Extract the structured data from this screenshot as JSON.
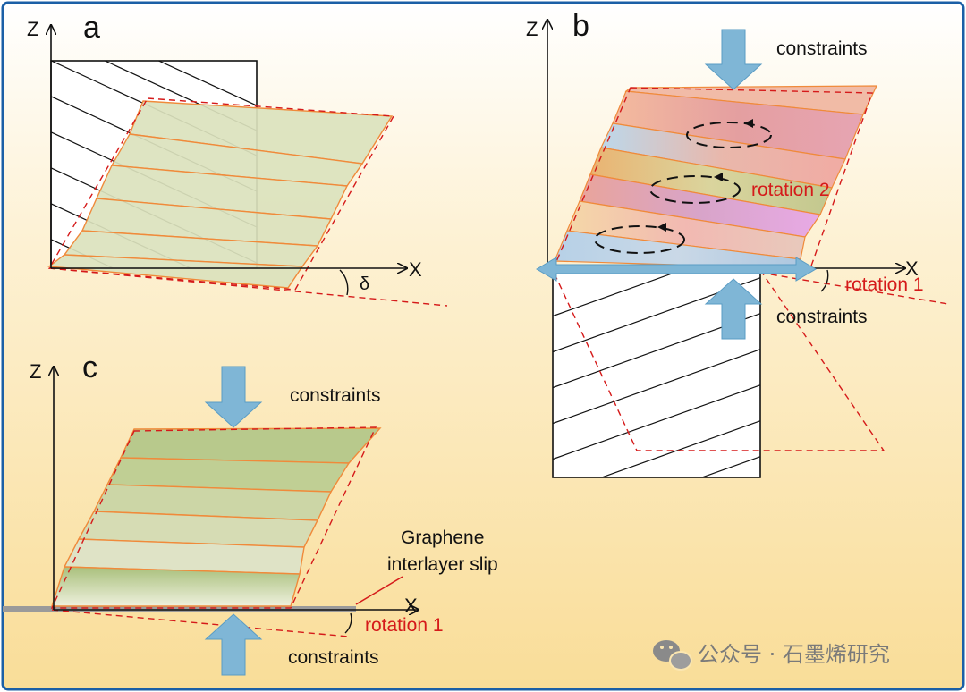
{
  "panels": {
    "a": {
      "label": "a",
      "z_axis": "Z",
      "x_axis": "X",
      "angle": "δ"
    },
    "b": {
      "label": "b",
      "z_axis": "Z",
      "x_axis": "X",
      "top_constraint": "constraints",
      "bottom_constraint": "constraints",
      "rotation2": "rotation 2",
      "rotation1": "rotation 1"
    },
    "c": {
      "label": "c",
      "z_axis": "Z",
      "x_axis": "X",
      "top_constraint": "constraints",
      "bottom_constraint": "constraints",
      "slip_line1": "Graphene",
      "slip_line2": "interlayer slip",
      "rotation1": "rotation 1"
    }
  },
  "watermark": {
    "text": "公众号 · 石墨烯研究",
    "icon": "wechat-icon"
  },
  "colors": {
    "border": "#1b5fa6",
    "dashed": "#d51a1a",
    "arrow": "#7fb6d6",
    "layer_edge": "#f08a3a"
  }
}
